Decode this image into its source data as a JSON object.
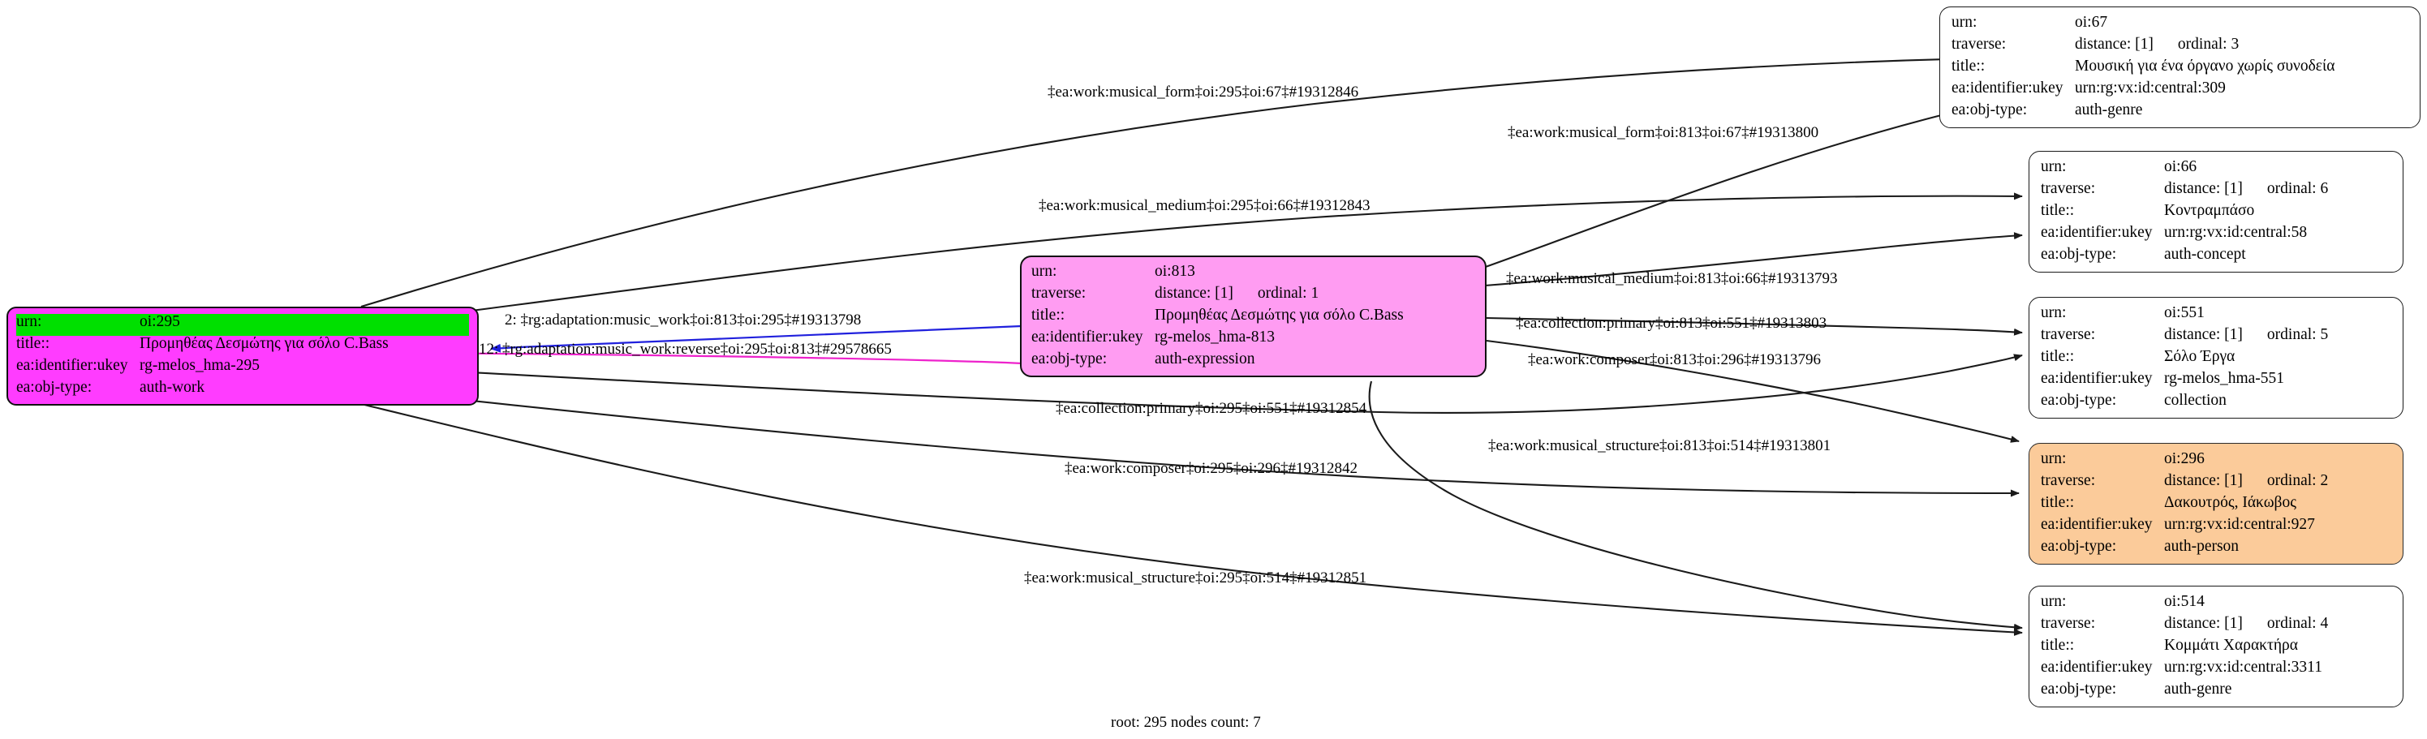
{
  "graph": {
    "footer": "root: 295 nodes count: 7",
    "field_labels": {
      "urn": "urn:",
      "traverse": "traverse:",
      "title": "title::",
      "ukey": "ea:identifier:ukey",
      "objtype": "ea:obj-type:"
    },
    "colors": {
      "root_fill": "#ff3cff",
      "root_highlight": "#00e000",
      "expression_fill": "#ff9cf2",
      "person_fill": "#fbcb9a",
      "plain_fill": "#ffffff",
      "edge_default": "#1a1a1a",
      "edge_blue": "#2020dd",
      "edge_magenta": "#ee22cc"
    },
    "nodes": [
      {
        "id": "oi295",
        "urn": "oi:295",
        "traverse": null,
        "title": "Προμηθέας Δεσμώτης για σόλο C.Bass",
        "ukey": "rg-melos_hma-295",
        "objtype": "auth-work"
      },
      {
        "id": "oi813",
        "urn": "oi:813",
        "traverse": "distance: [1]",
        "ordinal": "ordinal: 1",
        "title": "Προμηθέας Δεσμώτης για σόλο C.Bass",
        "ukey": "rg-melos_hma-813",
        "objtype": "auth-expression"
      },
      {
        "id": "oi67",
        "urn": "oi:67",
        "traverse": "distance: [1]",
        "ordinal": "ordinal: 3",
        "title": "Μουσική για ένα όργανο χωρίς συνοδεία",
        "ukey": "urn:rg:vx:id:central:309",
        "objtype": "auth-genre"
      },
      {
        "id": "oi66",
        "urn": "oi:66",
        "traverse": "distance: [1]",
        "ordinal": "ordinal: 6",
        "title": "Κοντραμπάσο",
        "ukey": "urn:rg:vx:id:central:58",
        "objtype": "auth-concept"
      },
      {
        "id": "oi551",
        "urn": "oi:551",
        "traverse": "distance: [1]",
        "ordinal": "ordinal: 5",
        "title": "Σόλο Έργα",
        "ukey": "rg-melos_hma-551",
        "objtype": "collection"
      },
      {
        "id": "oi296",
        "urn": "oi:296",
        "traverse": "distance: [1]",
        "ordinal": "ordinal: 2",
        "title": "Δακουτρός, Ιάκωβος",
        "ukey": "urn:rg:vx:id:central:927",
        "objtype": "auth-person"
      },
      {
        "id": "oi514",
        "urn": "oi:514",
        "traverse": "distance: [1]",
        "ordinal": "ordinal: 4",
        "title": "Κομμάτι Χαρακτήρα",
        "ukey": "urn:rg:vx:id:central:3311",
        "objtype": "auth-genre"
      }
    ],
    "edges": [
      {
        "id": "e1",
        "label": "‡ea:work:musical_form‡oi:295‡oi:67‡#19312846",
        "from": "oi295",
        "to": "oi67"
      },
      {
        "id": "e2",
        "label": "‡ea:work:musical_form‡oi:813‡oi:67‡#19313800",
        "from": "oi813",
        "to": "oi67"
      },
      {
        "id": "e3",
        "label": "‡ea:work:musical_medium‡oi:295‡oi:66‡#19312843",
        "from": "oi295",
        "to": "oi66"
      },
      {
        "id": "e4",
        "label": "2: ‡rg:adaptation:music_work‡oi:813‡oi:295‡#19313798",
        "from": "oi813",
        "to": "oi295"
      },
      {
        "id": "e5",
        "label": "12: ‡rg:adaptation:music_work:reverse‡oi:295‡oi:813‡#29578665",
        "from": "oi295",
        "to": "oi813"
      },
      {
        "id": "e6",
        "label": "‡ea:work:musical_medium‡oi:813‡oi:66‡#19313793",
        "from": "oi813",
        "to": "oi66"
      },
      {
        "id": "e7",
        "label": "‡ea:collection:primary‡oi:813‡oi:551‡#19313803",
        "from": "oi813",
        "to": "oi551"
      },
      {
        "id": "e8",
        "label": "‡ea:work:composer‡oi:813‡oi:296‡#19313796",
        "from": "oi813",
        "to": "oi296"
      },
      {
        "id": "e9",
        "label": "‡ea:collection:primary‡oi:295‡oi:551‡#19312854",
        "from": "oi295",
        "to": "oi551"
      },
      {
        "id": "e10",
        "label": "‡ea:work:musical_structure‡oi:813‡oi:514‡#19313801",
        "from": "oi813",
        "to": "oi514"
      },
      {
        "id": "e11",
        "label": "‡ea:work:composer‡oi:295‡oi:296‡#19312842",
        "from": "oi295",
        "to": "oi296"
      },
      {
        "id": "e12",
        "label": "‡ea:work:musical_structure‡oi:295‡oi:514‡#19312851",
        "from": "oi295",
        "to": "oi514"
      }
    ]
  }
}
